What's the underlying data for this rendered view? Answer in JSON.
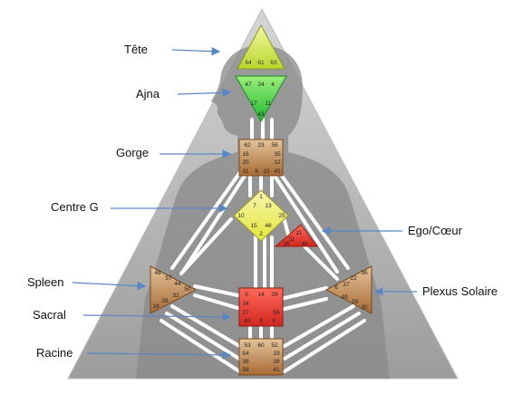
{
  "labels": {
    "tete": "Tête",
    "ajna": "Ajna",
    "gorge": "Gorge",
    "centre_g": "Centre G",
    "ego": "Ego/Cœur",
    "spleen": "Spleen",
    "plexus": "Plexus Solaire",
    "sacral": "Sacral",
    "racine": "Racine"
  },
  "gates": {
    "tete": [
      "64",
      "61",
      "63"
    ],
    "ajna": [
      "47",
      "24",
      "4",
      "17",
      "11",
      "43"
    ],
    "gorge": [
      "62",
      "23",
      "56",
      "16",
      "35",
      "20",
      "12",
      "31",
      "8",
      "33",
      "45"
    ],
    "centre_g": [
      "1",
      "7",
      "13",
      "10",
      "25",
      "15",
      "46",
      "2"
    ],
    "ego": [
      "21",
      "51",
      "26",
      "40"
    ],
    "spleen": [
      "48",
      "57",
      "44",
      "50",
      "32",
      "28",
      "18"
    ],
    "plexus": [
      "36",
      "22",
      "6",
      "37",
      "49",
      "55",
      "30"
    ],
    "sacral": [
      "5",
      "14",
      "29",
      "34",
      "27",
      "59",
      "42",
      "3",
      "9"
    ],
    "racine": [
      "53",
      "60",
      "52",
      "54",
      "19",
      "38",
      "39",
      "58",
      "41"
    ]
  },
  "colors": {
    "tete": "#e8f05a",
    "ajna": "#49d34a",
    "gorge": "#c9935a",
    "centre_g": "#f2f24a",
    "ego": "#e8403a",
    "spleen": "#c79a60",
    "plexus": "#c79a60",
    "sacral": "#e8403a",
    "racine": "#c79a60",
    "arrow": "#5b86c4",
    "triangle": "#a9a9a9",
    "silhouette": "#8a8a8a"
  }
}
